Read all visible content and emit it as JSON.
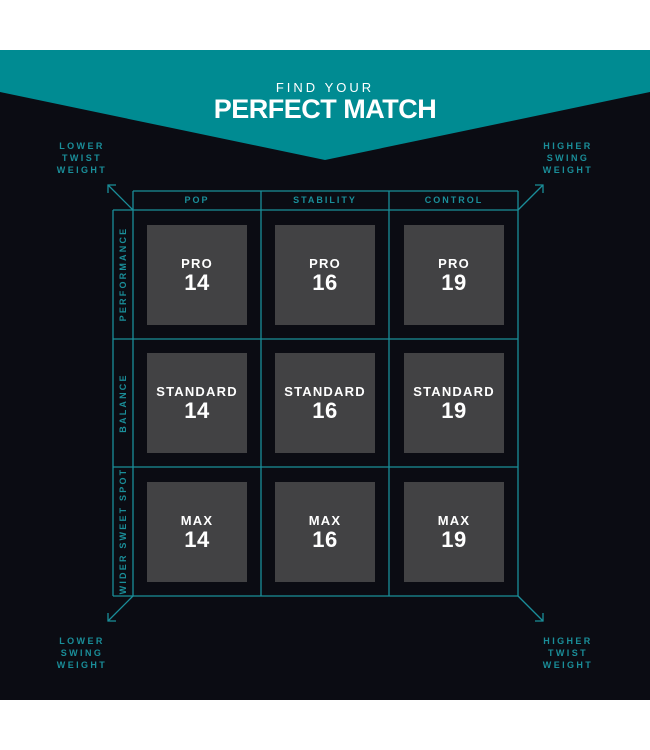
{
  "header": {
    "subtitle": "FIND YOUR",
    "title": "PERFECT MATCH"
  },
  "colors": {
    "teal": "#008b92",
    "accent_line": "#1a8e99",
    "background": "#0b0c13",
    "cell": "#424244",
    "text": "#ffffff"
  },
  "corners": {
    "top_left": [
      "LOWER",
      "TWIST",
      "WEIGHT"
    ],
    "top_right": [
      "HIGHER",
      "SWING",
      "WEIGHT"
    ],
    "bottom_left": [
      "LOWER",
      "SWING",
      "WEIGHT"
    ],
    "bottom_right": [
      "HIGHER",
      "TWIST",
      "WEIGHT"
    ]
  },
  "columns": [
    "POP",
    "STABILITY",
    "CONTROL"
  ],
  "rows": [
    "PERFORMANCE",
    "BALANCE",
    "WIDER SWEET SPOT"
  ],
  "cells": [
    [
      {
        "tier": "PRO",
        "num": "14"
      },
      {
        "tier": "PRO",
        "num": "16"
      },
      {
        "tier": "PRO",
        "num": "19"
      }
    ],
    [
      {
        "tier": "STANDARD",
        "num": "14"
      },
      {
        "tier": "STANDARD",
        "num": "16"
      },
      {
        "tier": "STANDARD",
        "num": "19"
      }
    ],
    [
      {
        "tier": "MAX",
        "num": "14"
      },
      {
        "tier": "MAX",
        "num": "16"
      },
      {
        "tier": "MAX",
        "num": "19"
      }
    ]
  ]
}
